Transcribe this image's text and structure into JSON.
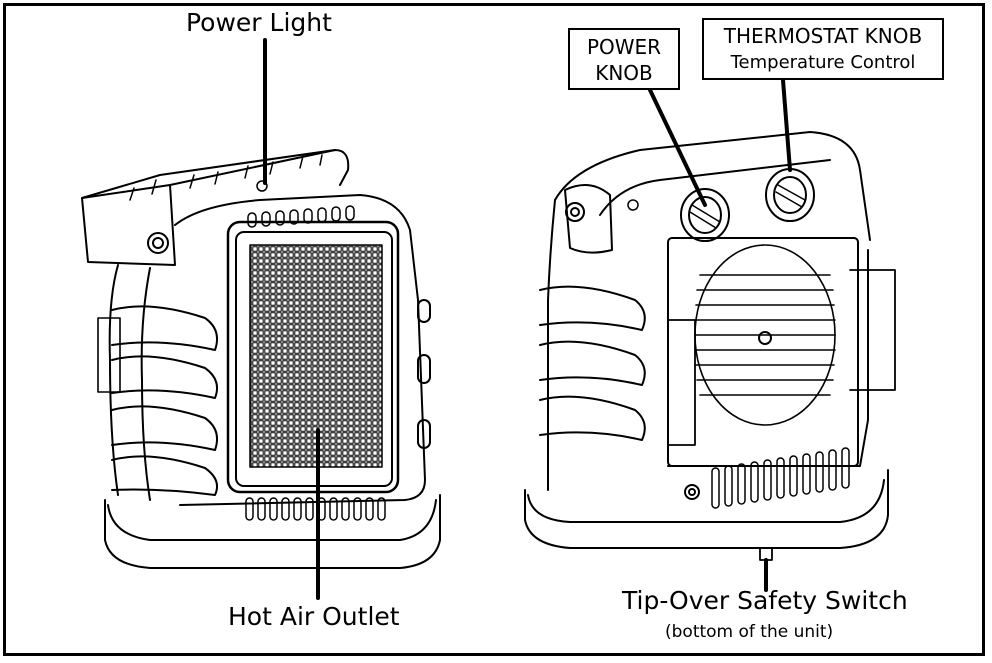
{
  "diagram": {
    "front_labels": {
      "power_light": "Power Light",
      "hot_air_outlet": "Hot Air Outlet"
    },
    "rear_labels": {
      "power_knob_line1": "POWER",
      "power_knob_line2": "KNOB",
      "thermostat_line1": "THERMOSTAT KNOB",
      "thermostat_line2": "Temperature Control",
      "tip_over_line1": "Tip-Over Safety Switch",
      "tip_over_line2": "(bottom of the unit)"
    },
    "colors": {
      "ink": "#000000",
      "paper": "#ffffff"
    }
  }
}
